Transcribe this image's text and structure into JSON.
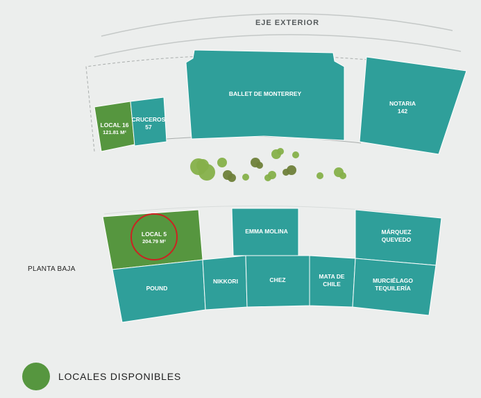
{
  "road": {
    "label": "EJE EXTERIOR"
  },
  "floor": {
    "label": "PLANTA BAJA"
  },
  "colors": {
    "occupied": "#2f9f9a",
    "available": "#56963f",
    "highlight": "#cc2222",
    "tree_light": "#86b04a",
    "tree_dark": "#6f7f3a"
  },
  "units": {
    "local16": {
      "line1": "LOCAL 16",
      "line2": "121.81 M²",
      "status": "available"
    },
    "cruceros": {
      "line1": "CRUCEROS",
      "line2": "57",
      "status": "occupied"
    },
    "ballet": {
      "line1": "BALLET DE MONTERREY",
      "status": "occupied"
    },
    "notaria": {
      "line1": "NOTARIA",
      "line2": "142",
      "status": "occupied"
    },
    "local5": {
      "line1": "LOCAL 5",
      "line2": "204.79 M²",
      "status": "available",
      "highlighted": true
    },
    "emma": {
      "line1": "EMMA MOLINA",
      "status": "occupied"
    },
    "marquez": {
      "line1": "MÁRQUEZ",
      "line2": "QUEVEDO",
      "status": "occupied"
    },
    "pound": {
      "line1": "POUND",
      "status": "occupied"
    },
    "nikkori": {
      "line1": "NIKKORI",
      "status": "occupied"
    },
    "chez": {
      "line1": "CHEZ",
      "status": "occupied"
    },
    "mata": {
      "line1": "MATA DE",
      "line2": "CHILE",
      "status": "occupied"
    },
    "murcielago": {
      "line1": "MURCIÉLAGO",
      "line2": "TEQUILERÍA",
      "status": "occupied"
    }
  },
  "legend": {
    "label": "LOCALES DISPONIBLES"
  }
}
